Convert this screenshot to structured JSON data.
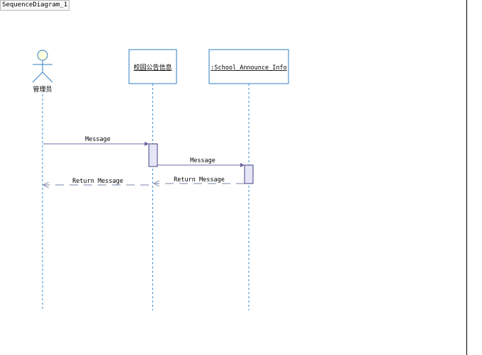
{
  "diagram": {
    "title": "SequenceDiagram_1",
    "actor": {
      "name": "管理员"
    },
    "lifelines": [
      {
        "label": "校园公告信息"
      },
      {
        "label": ":School_Announce_Info"
      }
    ],
    "messages": [
      {
        "label": "Message",
        "kind": "call",
        "from": "actor",
        "to": "lifeline-1"
      },
      {
        "label": "Message",
        "kind": "call",
        "from": "lifeline-1",
        "to": "lifeline-2"
      },
      {
        "label": "Return Message",
        "kind": "return",
        "from": "lifeline-2",
        "to": "lifeline-1"
      },
      {
        "label": "Return Message",
        "kind": "return",
        "from": "lifeline-1",
        "to": "actor"
      }
    ],
    "colors": {
      "box_border": "#2f7ec1",
      "lifeline": "#3b8fd1",
      "message_line": "#7a6aa8",
      "return_line": "#7a86a8",
      "activation_fill": "#e4e6f6",
      "activation_border": "#404080",
      "actor_head": "#ffffe0"
    }
  }
}
